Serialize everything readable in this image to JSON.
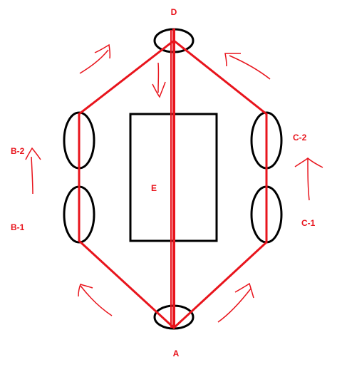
{
  "labels": {
    "top": "D",
    "bottom": "A",
    "left_upper": "B-2",
    "left_lower": "B-1",
    "right_upper": "C-2",
    "right_lower": "C-1",
    "center": "E"
  },
  "colors": {
    "path": "#e8141c",
    "outline": "#000000",
    "background": "#ffffff"
  }
}
